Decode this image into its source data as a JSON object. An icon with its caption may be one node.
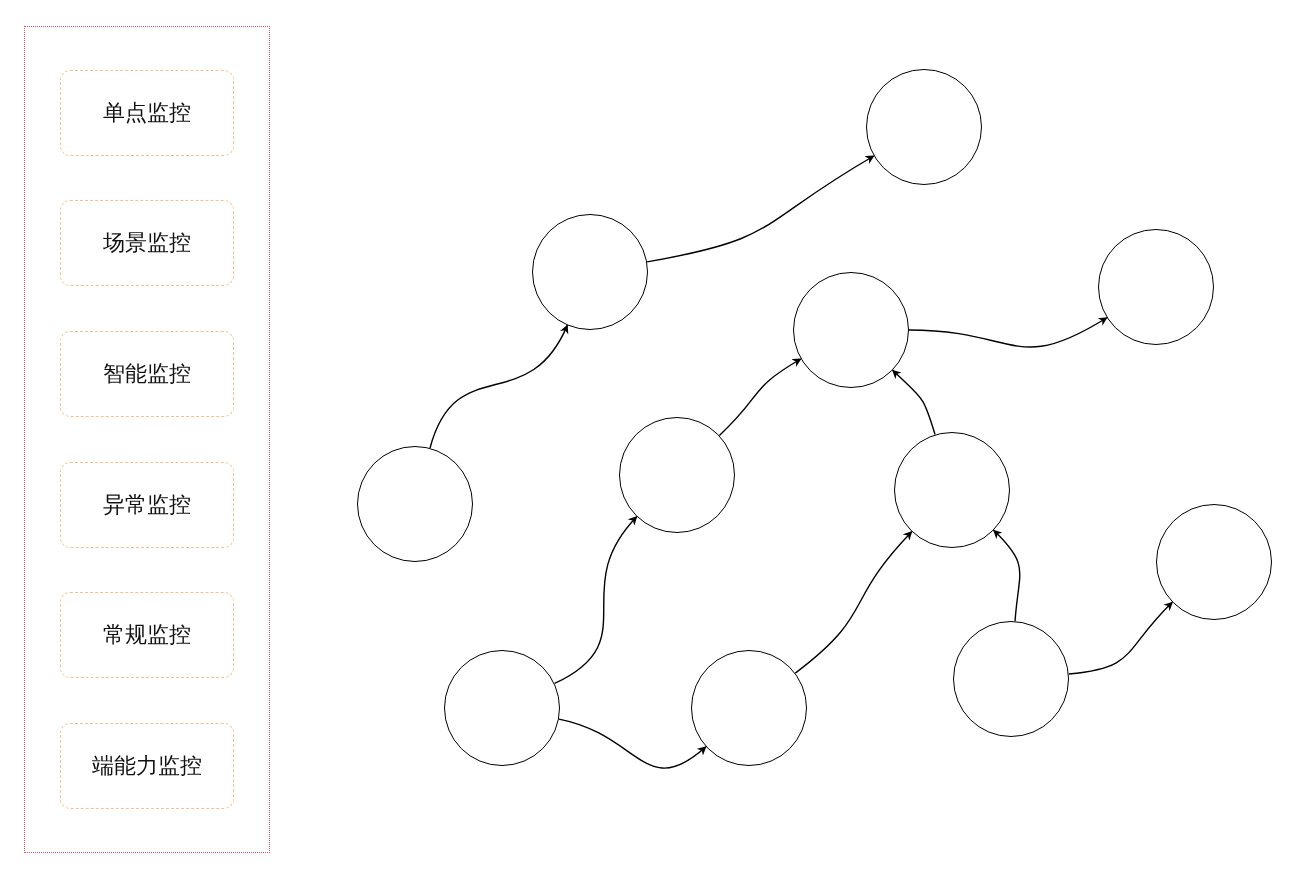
{
  "diagram": {
    "nodes": [
      {
        "text": [],
        "shape": "box"
      },
      {
        "text": [
          "单点监控"
        ],
        "in": 0
      },
      {
        "text": [
          "场景监控"
        ],
        "in": 0
      },
      {
        "text": [
          "智能监控"
        ],
        "in": 0
      },
      {
        "text": [
          "异常监控"
        ],
        "in": 0
      },
      {
        "text": [
          "常规监控"
        ],
        "in": 0
      },
      {
        "text": [
          "端能力监控"
        ],
        "in": 0
      },
      {
        "text": [],
        "shape": "circle"
      },
      {
        "text": [],
        "shape": "circle"
      },
      {
        "text": [],
        "shape": "circle"
      },
      {
        "text": [],
        "shape": "circle"
      },
      {
        "text": [],
        "shape": "circle"
      },
      {
        "text": [],
        "shape": "circle"
      },
      {
        "text": [],
        "shape": "circle"
      },
      {
        "text": [],
        "shape": "circle"
      },
      {
        "text": [],
        "shape": "circle"
      },
      {
        "text": [],
        "shape": "circle"
      },
      {
        "text": [],
        "shape": "circle"
      }
    ],
    "edges": [
      {
        "from": 7,
        "to": 9,
        "arrow": "to"
      },
      {
        "from": 9,
        "to": 13,
        "arrow": "to"
      },
      {
        "from": 8,
        "to": 10,
        "arrow": "to"
      },
      {
        "from": 8,
        "to": 11,
        "arrow": "to"
      },
      {
        "from": 10,
        "to": 12,
        "arrow": "to"
      },
      {
        "from": 11,
        "to": 14,
        "arrow": "to"
      },
      {
        "from": 14,
        "to": 12,
        "arrow": "to"
      },
      {
        "from": 12,
        "to": 16,
        "arrow": "to"
      },
      {
        "from": 15,
        "to": 14,
        "arrow": "to"
      },
      {
        "from": 15,
        "to": 17,
        "arrow": "to"
      }
    ]
  }
}
